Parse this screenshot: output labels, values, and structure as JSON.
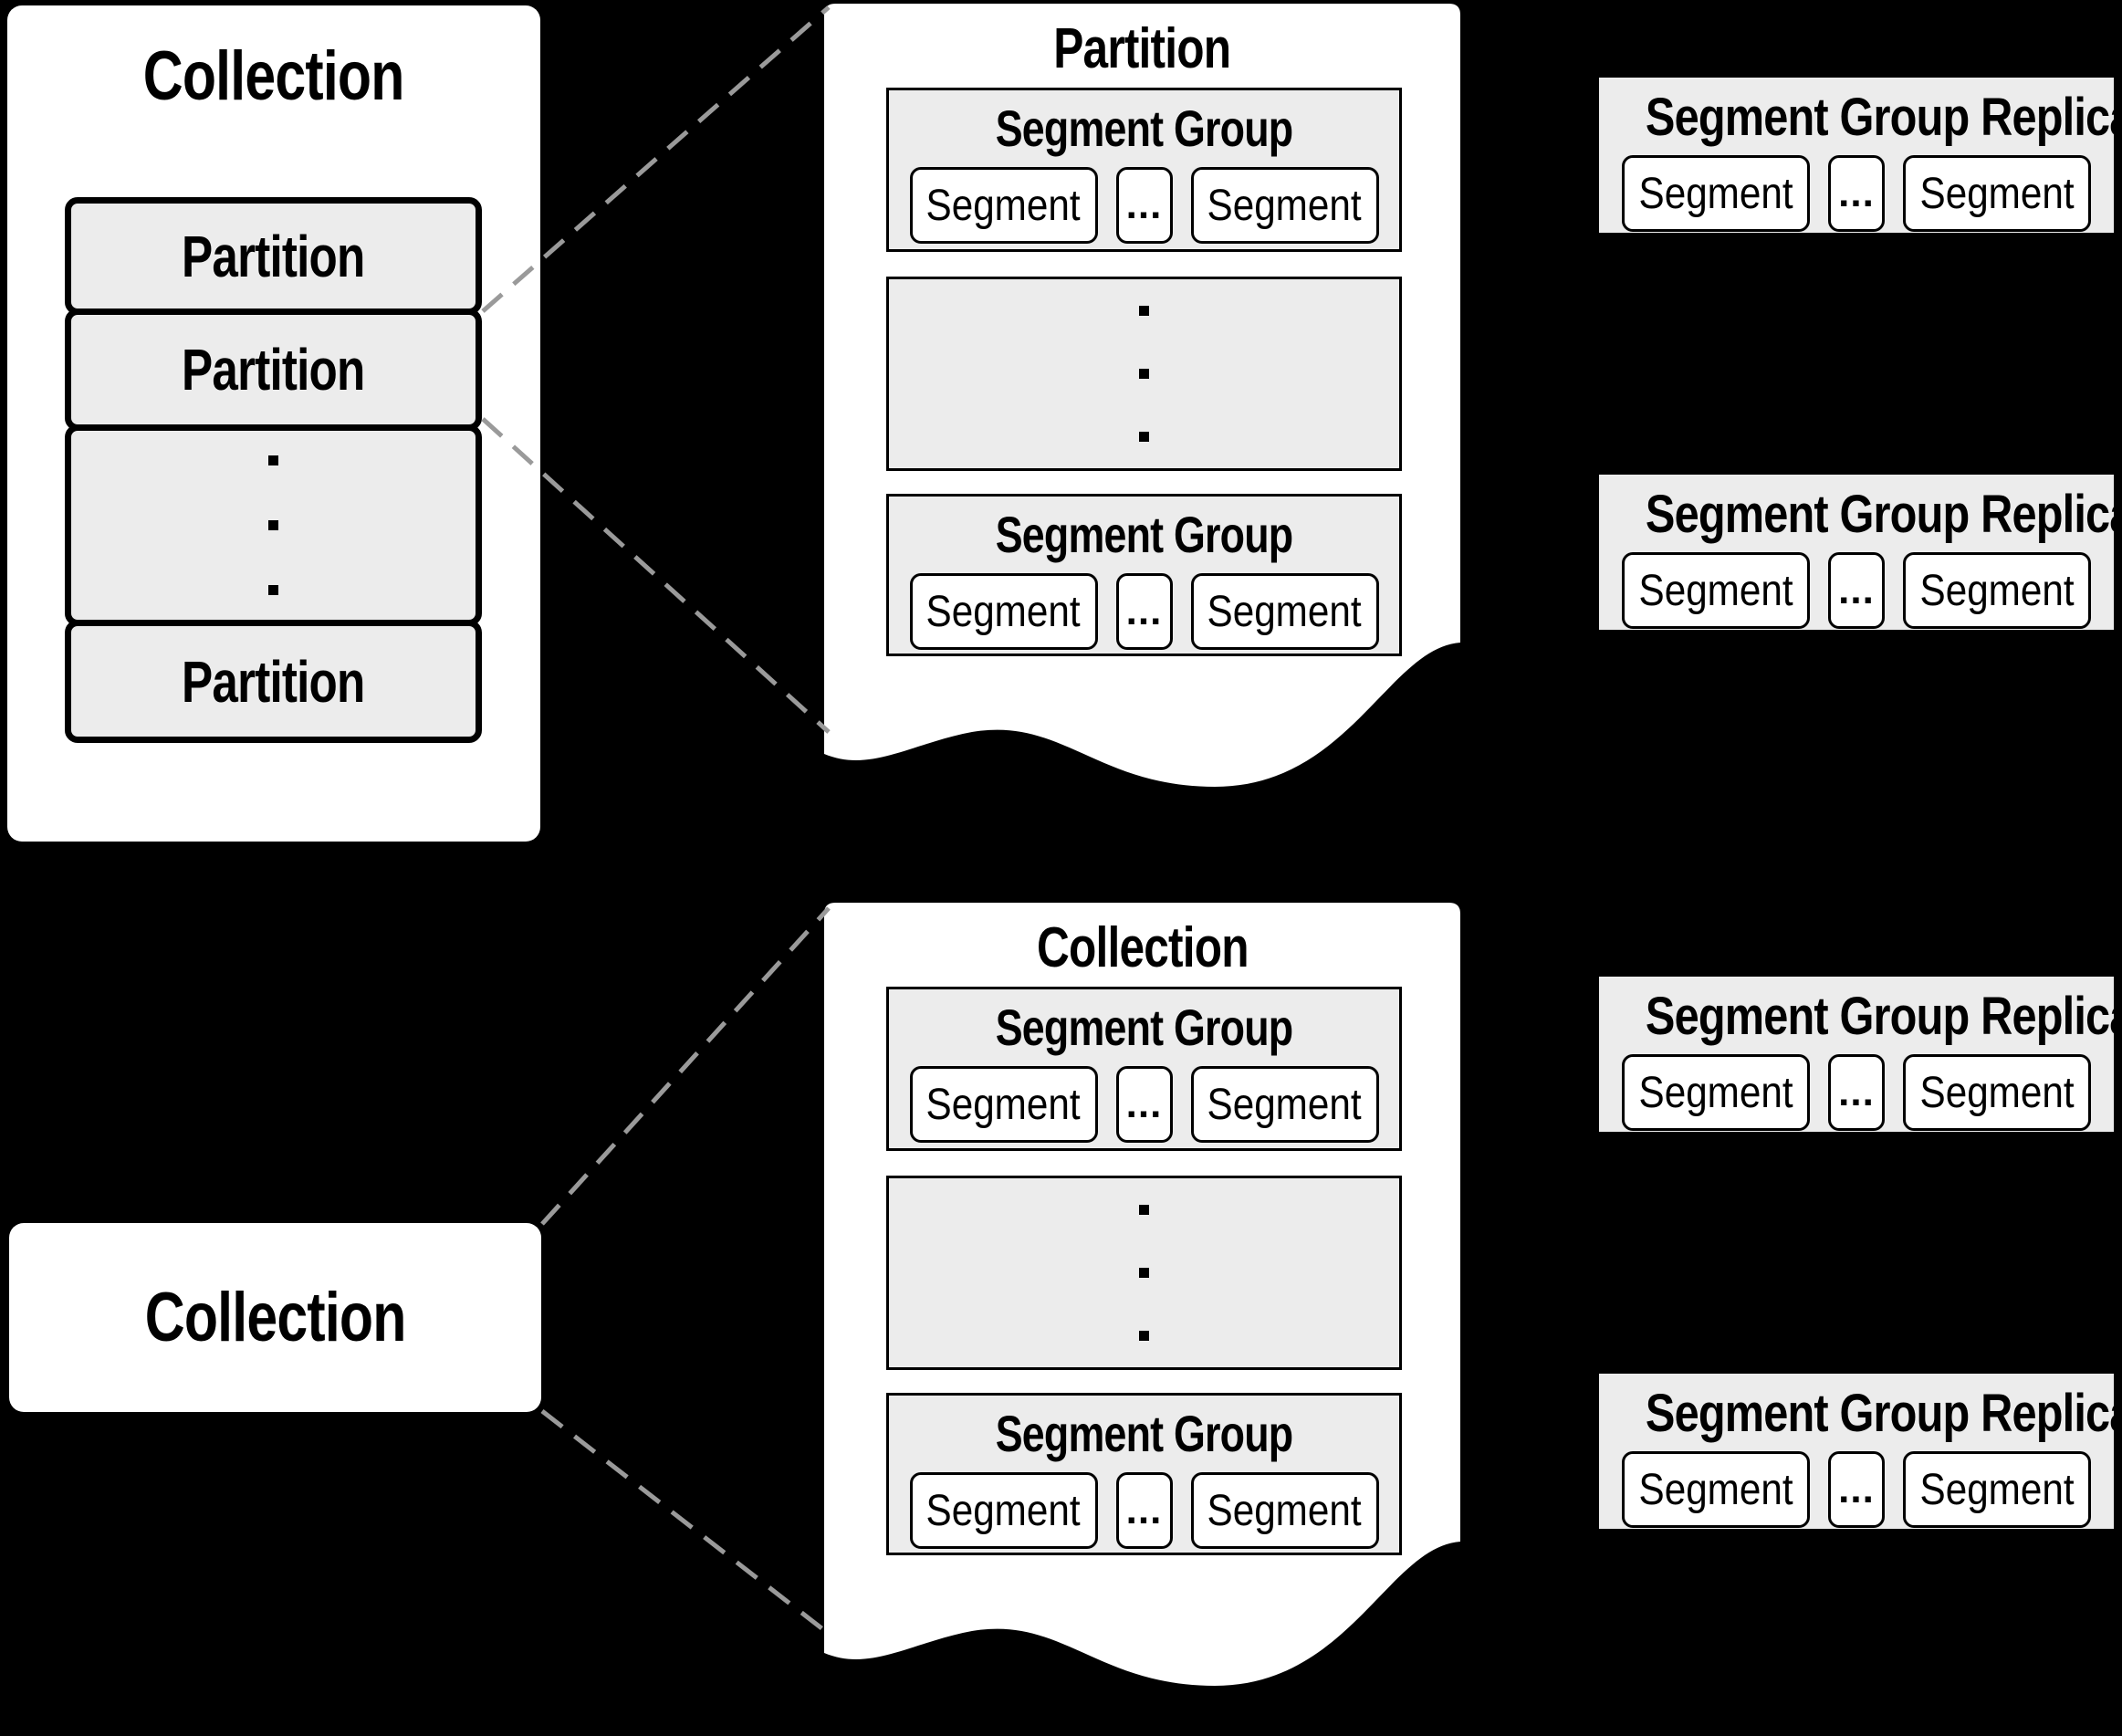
{
  "colors": {
    "background": "#000000",
    "box_fill": "#ffffff",
    "gray_fill": "#ececec",
    "border": "#000000",
    "dash_line": "#9a9a9a"
  },
  "top_left": {
    "title": "Collection",
    "partitions": [
      "Partition",
      "Partition",
      "Partition"
    ]
  },
  "partition_panel": {
    "title": "Partition",
    "groups": [
      {
        "title": "Segment Group",
        "cells": [
          "Segment",
          "...",
          "Segment"
        ]
      },
      {
        "title": "Segment Group",
        "cells": [
          "Segment",
          "...",
          "Segment"
        ]
      }
    ]
  },
  "collection_panel": {
    "title": "Collection",
    "groups": [
      {
        "title": "Segment Group",
        "cells": [
          "Segment",
          "...",
          "Segment"
        ]
      },
      {
        "title": "Segment Group",
        "cells": [
          "Segment",
          "...",
          "Segment"
        ]
      }
    ]
  },
  "bottom_left": {
    "title": "Collection"
  },
  "replicas": [
    {
      "title": "Segment Group Replica",
      "cells": [
        "Segment",
        "...",
        "Segment"
      ]
    },
    {
      "title": "Segment Group Replica",
      "cells": [
        "Segment",
        "...",
        "Segment"
      ]
    },
    {
      "title": "Segment Group Replica",
      "cells": [
        "Segment",
        "...",
        "Segment"
      ]
    },
    {
      "title": "Segment Group Replica",
      "cells": [
        "Segment",
        "...",
        "Segment"
      ]
    }
  ]
}
